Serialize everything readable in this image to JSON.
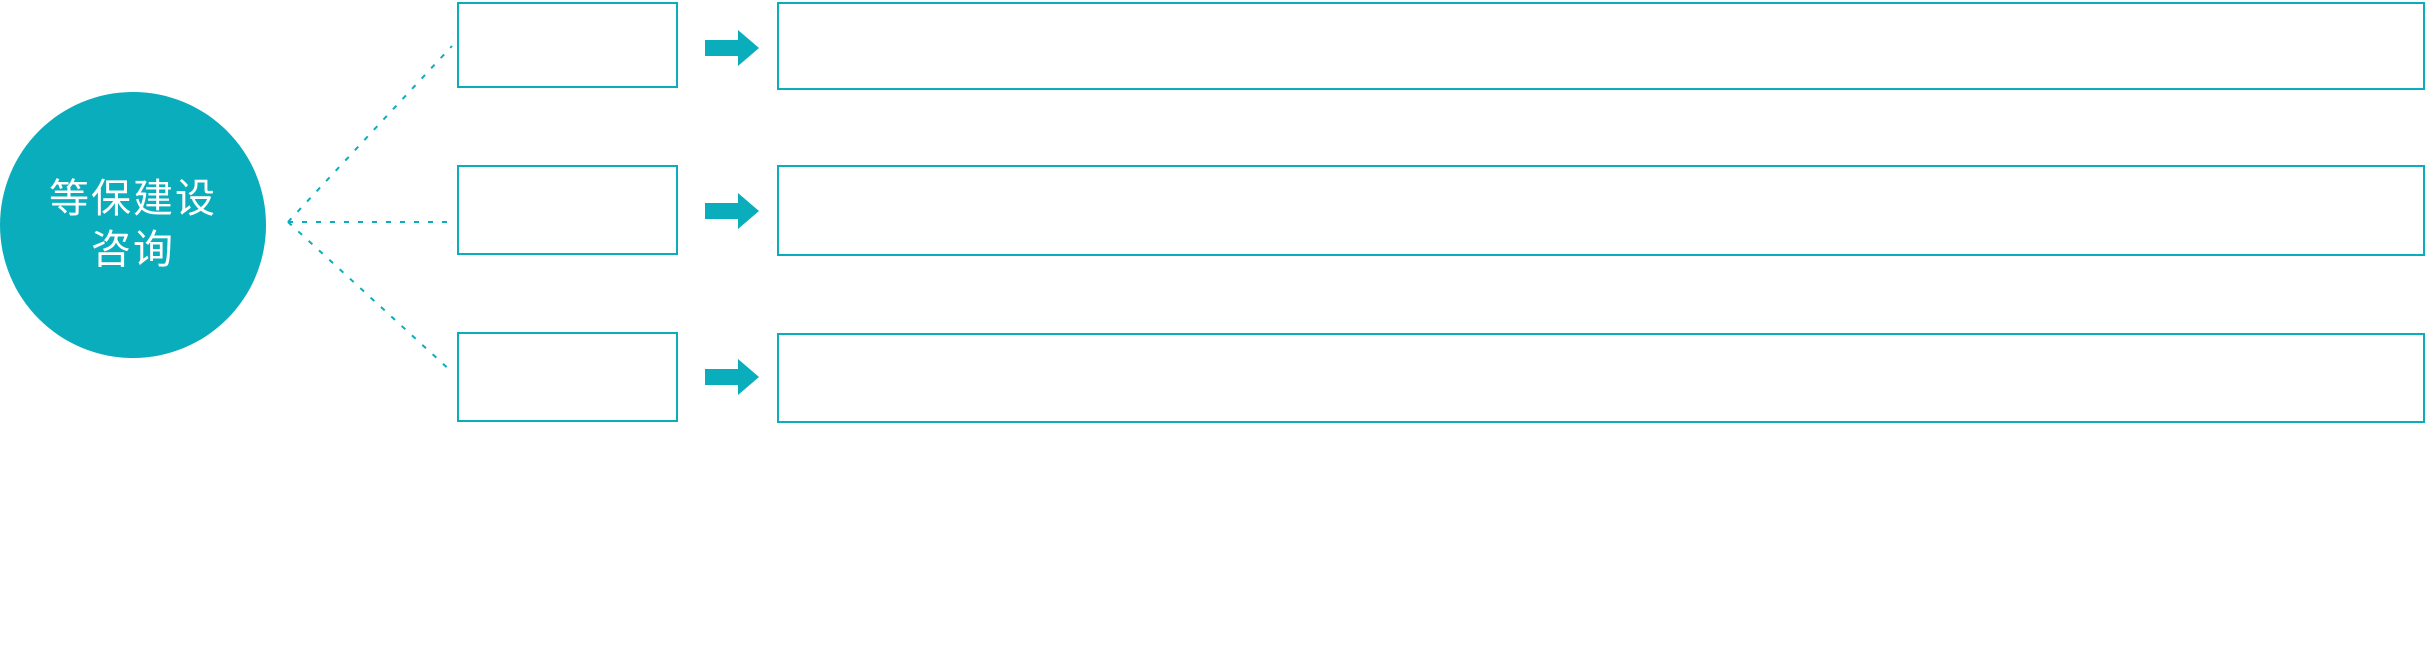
{
  "diagram": {
    "title_hub": {
      "line1": "等保建设",
      "line2": "咨询"
    },
    "accent_color": "#0aadbc",
    "background_color": "#ffffff",
    "hub_text_color": "#ffffff",
    "connector_style": "dotted",
    "arrow_icon_name": "right-arrow-icon",
    "rows": [
      {
        "small_label": "",
        "large_label": "",
        "arrow_label": ""
      },
      {
        "small_label": "",
        "large_label": "",
        "arrow_label": ""
      },
      {
        "small_label": "",
        "large_label": "",
        "arrow_label": ""
      }
    ]
  }
}
